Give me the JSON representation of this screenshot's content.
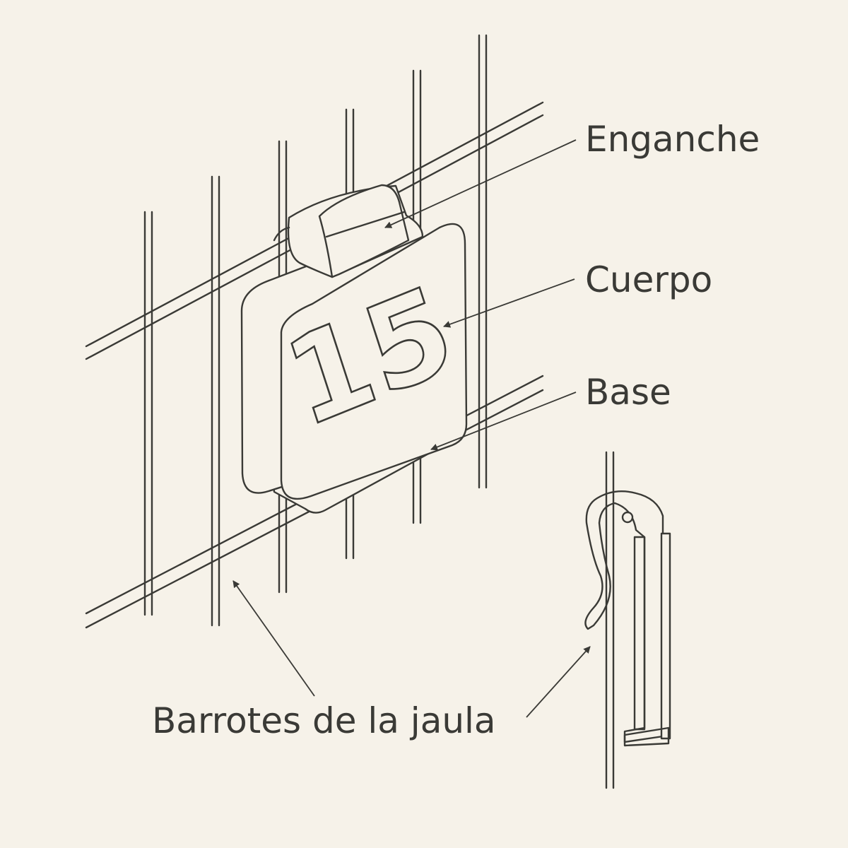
{
  "tag": {
    "number": "15"
  },
  "labels": {
    "hook": "Enganche",
    "body": "Cuerpo",
    "base": "Base",
    "bars": "Barrotes de la jaula"
  },
  "colors": {
    "background": "#f6f2e9",
    "ink": "#3a3a36",
    "hatch": "#7a6a50"
  }
}
